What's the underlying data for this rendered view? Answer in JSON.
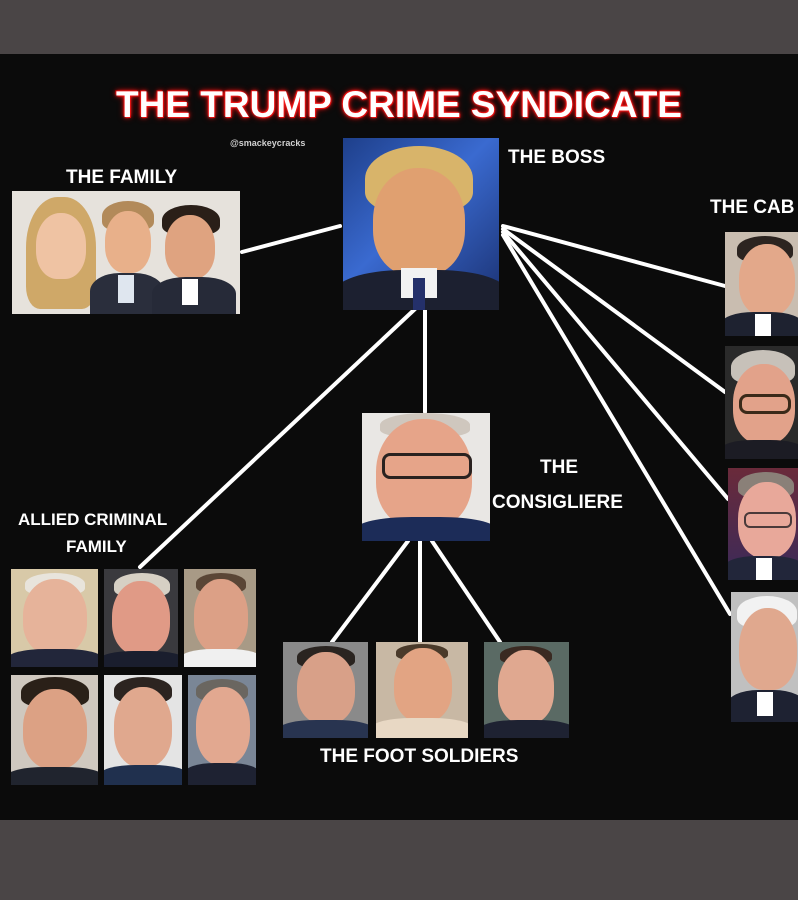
{
  "title": "THE TRUMP CRIME SYNDICATE",
  "credit": "@smackeycracks",
  "labels": {
    "boss": "THE BOSS",
    "family": "THE FAMILY",
    "cabinet": "THE CAB",
    "consigliere_line1": "THE",
    "consigliere_line2": "CONSIGLIERE",
    "allied_line1": "ALLIED CRIMINAL",
    "allied_line2": "FAMILY",
    "foot_soldiers": "THE FOOT SOLDIERS"
  },
  "colors": {
    "title_glow": "#ff2020",
    "background": "#0b0b0b",
    "frame": "#4a4546",
    "connector": "#ffffff"
  }
}
